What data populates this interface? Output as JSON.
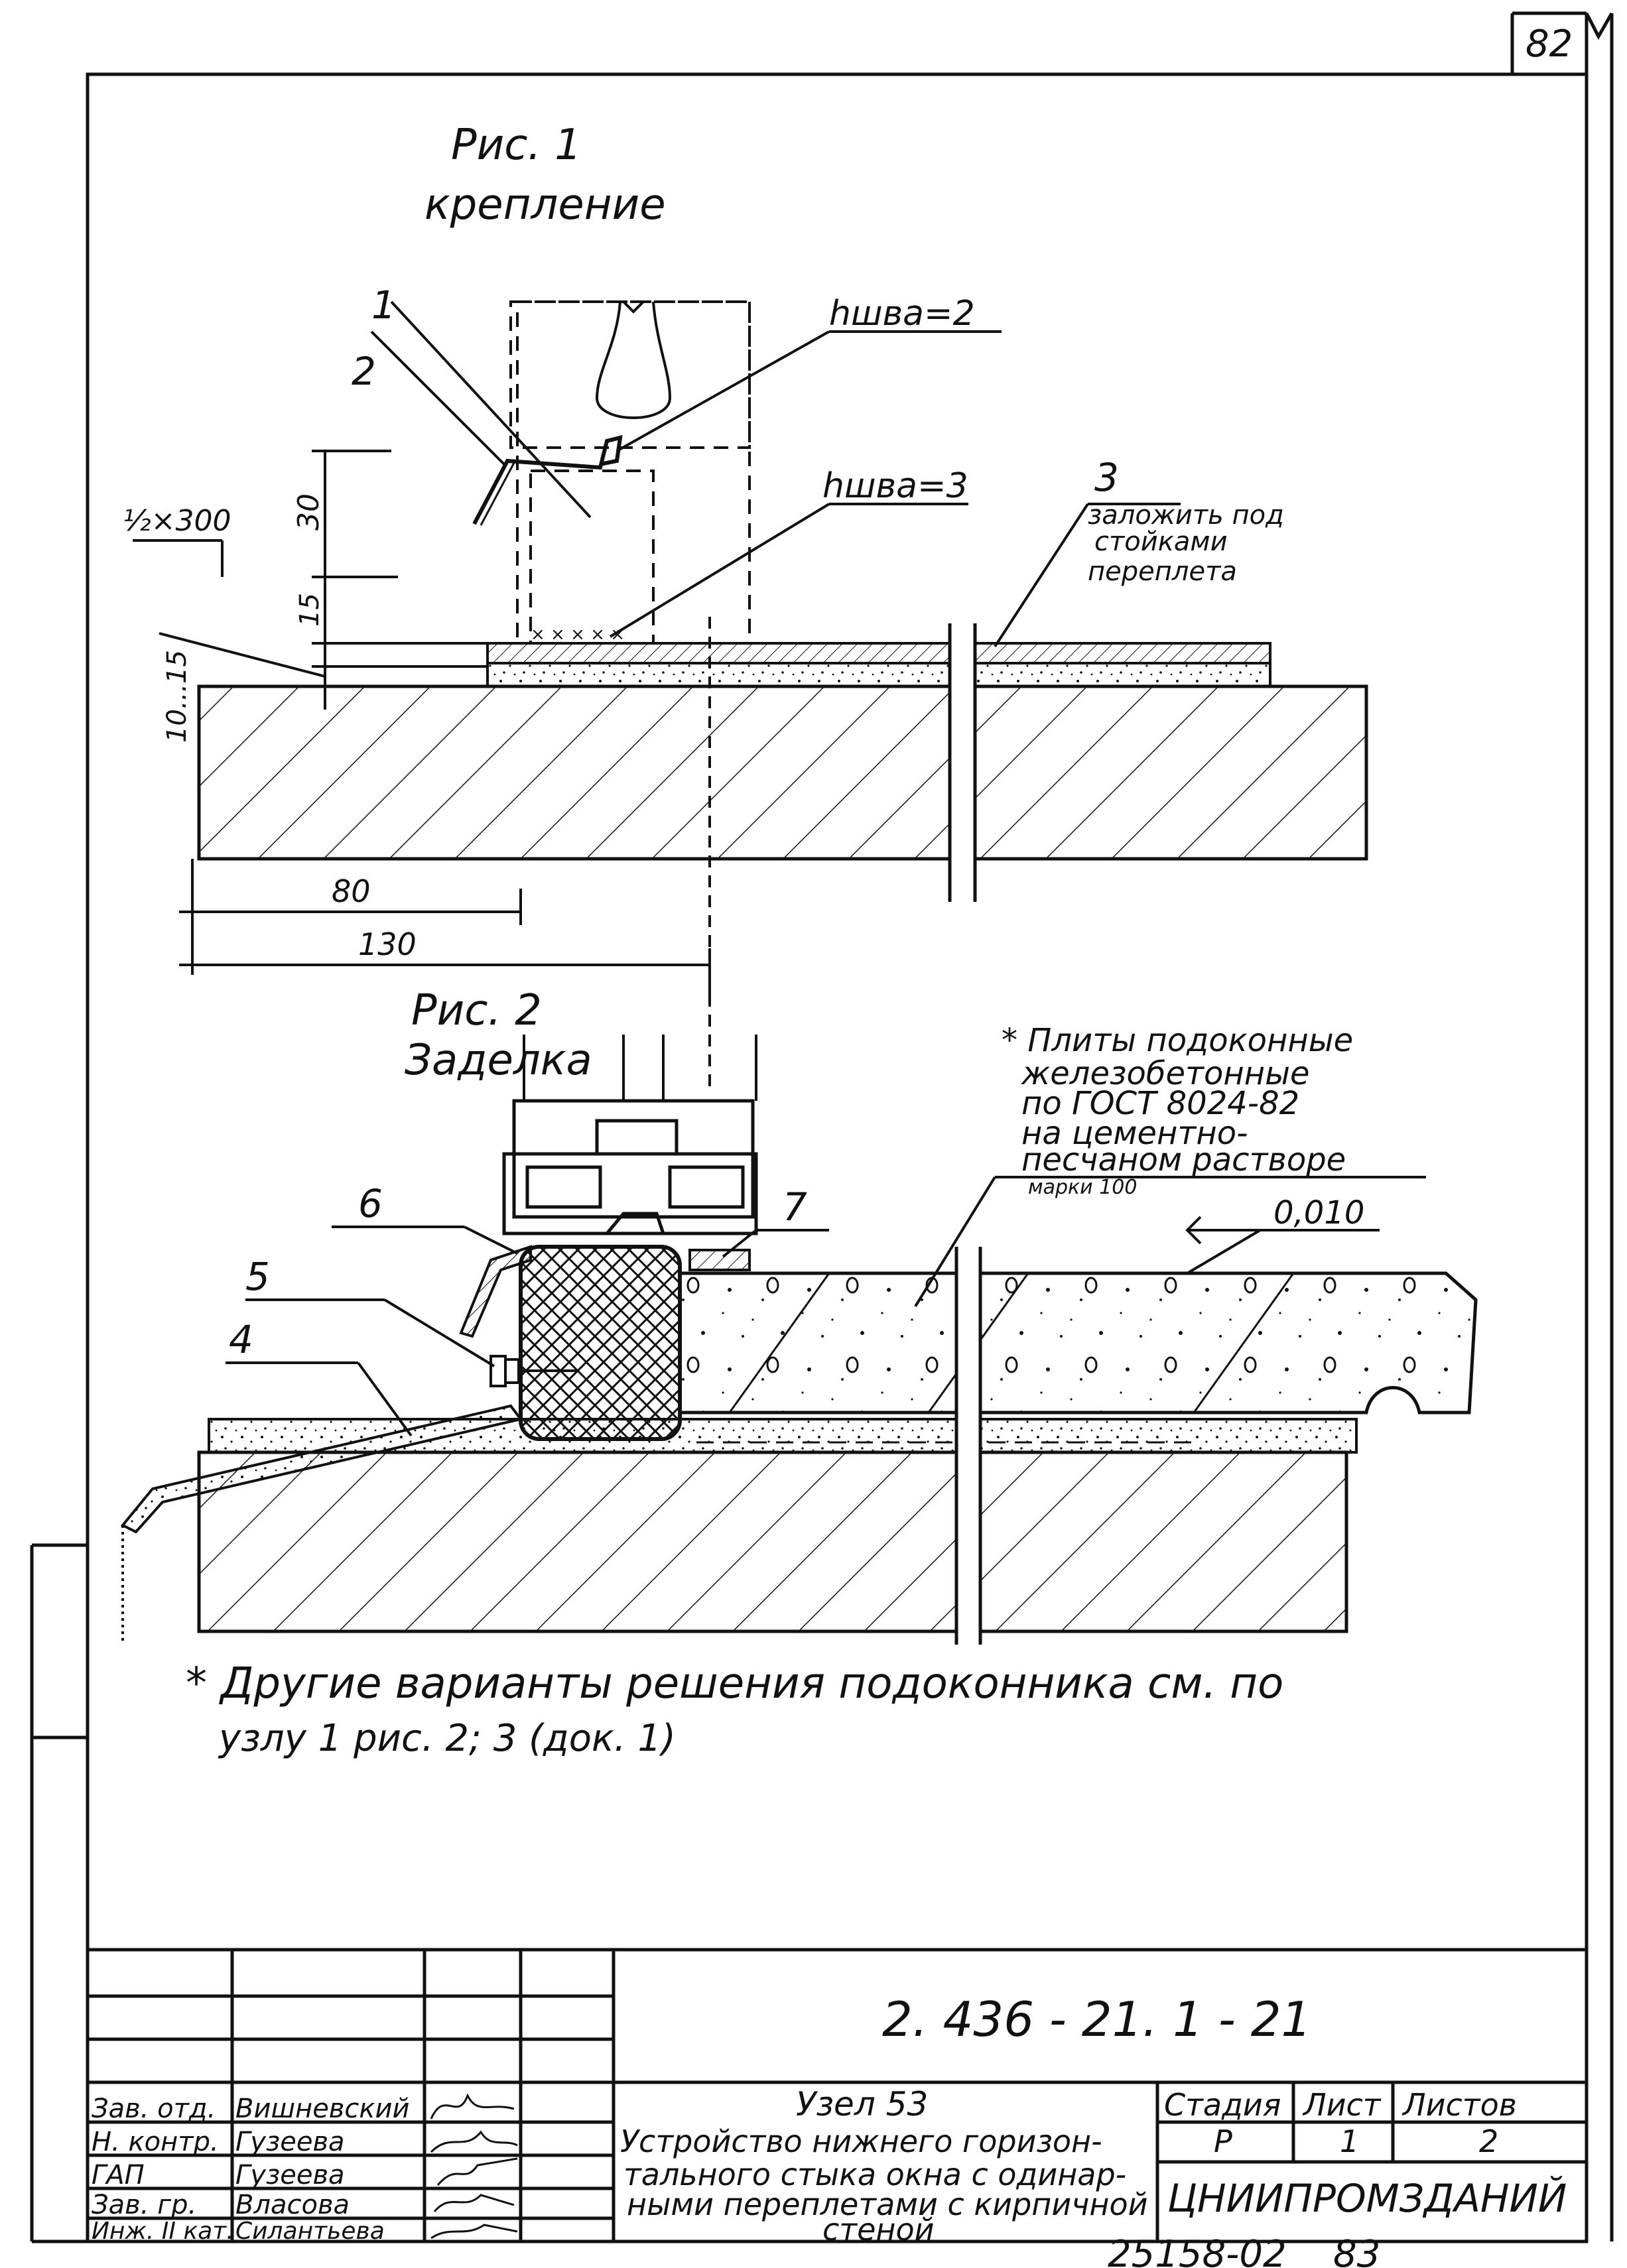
{
  "page_number_top": "82",
  "page_number_bottom": "25158-02",
  "page_number_bottom_2": "83",
  "fig1": {
    "title": "Рис. 1",
    "subtitle": "крепление",
    "labels": {
      "l1": "1",
      "l2": "2",
      "l3": "3",
      "hwba2": "hшва=2",
      "hwba3": "hшва=3",
      "note3_line1": "заложить под",
      "note3_line2": "стойками",
      "note3_line3": "переплета"
    },
    "dims": {
      "d300": "½×300",
      "d30": "30",
      "d15": "15",
      "d10_15": "10...15",
      "d80": "80",
      "d130": "130"
    }
  },
  "fig2": {
    "title": "Рис. 2",
    "subtitle": "Заделка",
    "labels": {
      "l4": "4",
      "l5": "5",
      "l6": "6",
      "l7": "7",
      "slope": "0,010"
    },
    "note": {
      "line1": "* Плиты подоконные",
      "line2": "железобетонные",
      "line3": "по ГОСТ 8024-82",
      "line4": "на цементно-",
      "line5": "песчаном растворе",
      "line6": "марки 100"
    }
  },
  "footnote": {
    "line1": "* Другие варианты решения подоконника см. по",
    "line2": "узлу 1 рис. 2; 3   (док. 1)"
  },
  "title_block": {
    "doc_code": "2. 436 - 21. 1 - 21",
    "node_title": "Узел 53",
    "desc_line1": "Устройство нижнего горизон-",
    "desc_line2": "тального стыка окна с одинар-",
    "desc_line3": "ными переплетами с кирпичной",
    "desc_line4": "стеной",
    "stage_header": "Стадия",
    "sheet_header": "Лист",
    "sheets_header": "Листов",
    "stage": "Р",
    "sheet": "1",
    "sheets": "2",
    "org": "ЦНИИПРОМЗДАНИЙ",
    "roles": [
      {
        "role": "Зав. отд.",
        "name": "Вишневский"
      },
      {
        "role": "Н. контр.",
        "name": "Гузеева"
      },
      {
        "role": "ГАП",
        "name": "Гузеева"
      },
      {
        "role": "Зав. гр.",
        "name": "Власова"
      },
      {
        "role": "Инж. II кат.",
        "name": "Силантьева"
      }
    ]
  }
}
